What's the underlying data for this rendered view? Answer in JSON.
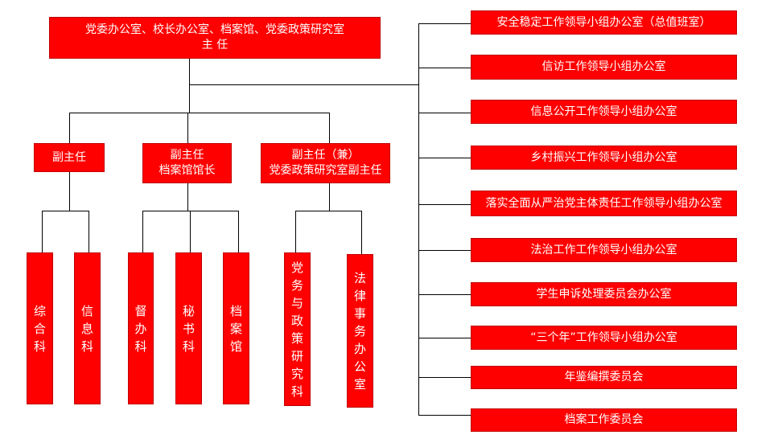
{
  "top": {
    "line1": "党委办公室、校长办公室、档案馆、党委政策研究室",
    "line2": "主 任"
  },
  "deputies": [
    {
      "line1": "副主任",
      "line2": ""
    },
    {
      "line1": "副主任",
      "line2": "档案馆馆长"
    },
    {
      "line1": "副主任（兼）",
      "line2": "党委政策研究室副主任"
    }
  ],
  "departments": [
    "综合科",
    "信息科",
    "督办科",
    "秘书科",
    "档案馆",
    "党务与政策研究科",
    "法律事务办公室"
  ],
  "offices": [
    "安全稳定工作领导小组办公室（总值班室）",
    "信访工作领导小组办公室",
    "信息公开工作领导小组办公室",
    "乡村振兴工作领导小组办公室",
    "落实全面从严治党主体责任工作领导小组办公室",
    "法治工作工作领导小组办公室",
    "学生申诉处理委员会办公室",
    "“三个年”工作领导小组办公室",
    "年鉴编撰委员会",
    "档案工作委员会"
  ],
  "colors": {
    "box": "#ff0000",
    "text": "#ffffff",
    "line": "#000000"
  }
}
